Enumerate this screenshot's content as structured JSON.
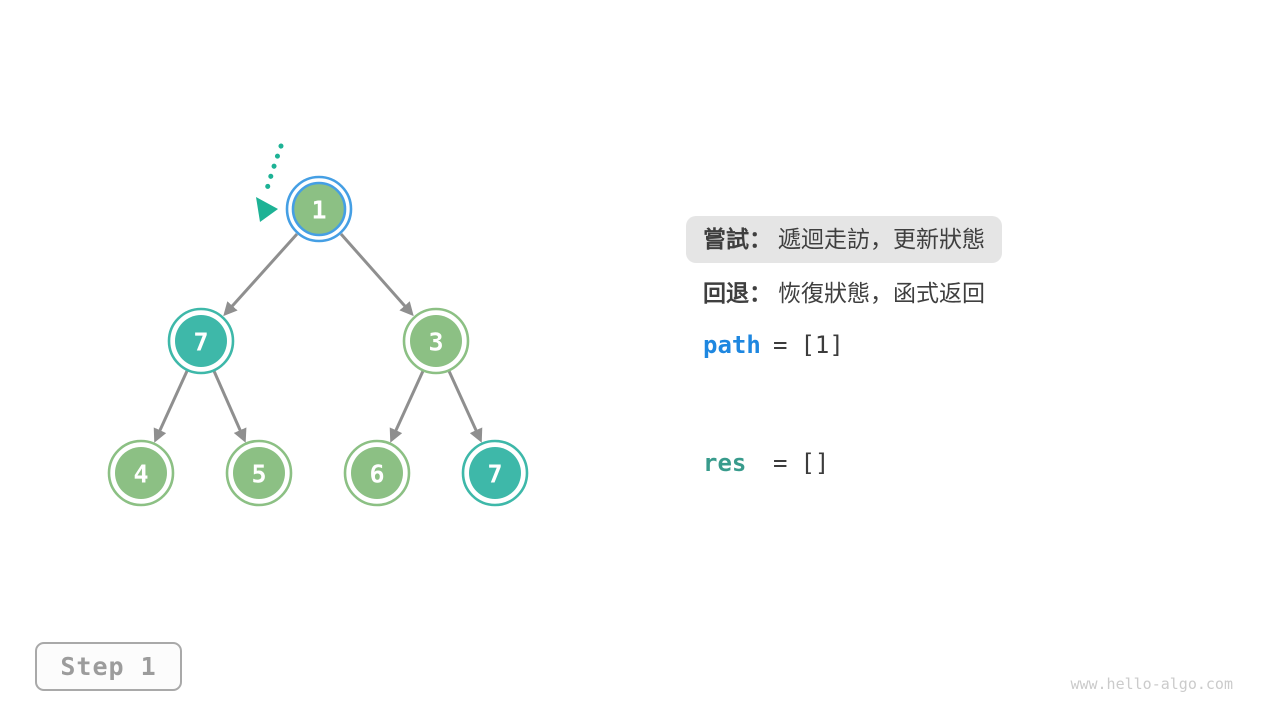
{
  "figure": {
    "kind": "binary-tree backtracking traversal diagram",
    "step_label": "Step 1",
    "watermark": "www.hello-algo.com"
  },
  "colors": {
    "node_green": "#8CC084",
    "node_teal": "#3EB8A9",
    "current_ring_blue": "#459FE4",
    "edge_gray": "#8F8F8F",
    "cursor_teal": "#1DB295",
    "text_dark": "#3F3F3F",
    "code_path_blue": "#1E87E0",
    "code_res_teal": "#389B8C",
    "highlight_bg": "#E5E5E5",
    "step_gray": "#9C9C9C",
    "watermark_gray": "#CBCBCB"
  },
  "tree": {
    "nodes": [
      {
        "value": "1",
        "role": "root-current",
        "fill": "#8CC084",
        "ring": "#459FE4",
        "core_stroke": "#459FE4"
      },
      {
        "value": "7",
        "role": "left-child",
        "fill": "#3EB8A9",
        "ring": "#3EB8A9",
        "core_stroke": "none"
      },
      {
        "value": "3",
        "role": "right-child",
        "fill": "#8CC084",
        "ring": "#8CC084",
        "core_stroke": "none"
      },
      {
        "value": "4",
        "role": "leaf",
        "fill": "#8CC084",
        "ring": "#8CC084",
        "core_stroke": "none"
      },
      {
        "value": "5",
        "role": "leaf",
        "fill": "#8CC084",
        "ring": "#8CC084",
        "core_stroke": "none"
      },
      {
        "value": "6",
        "role": "leaf",
        "fill": "#8CC084",
        "ring": "#8CC084",
        "core_stroke": "none"
      },
      {
        "value": "7",
        "role": "leaf",
        "fill": "#3EB8A9",
        "ring": "#3EB8A9",
        "core_stroke": "none"
      }
    ],
    "edges": [
      [
        0,
        1
      ],
      [
        0,
        2
      ],
      [
        1,
        3
      ],
      [
        1,
        4
      ],
      [
        2,
        5
      ],
      [
        2,
        6
      ]
    ]
  },
  "panel": {
    "try_label": "嘗試：",
    "try_text": "遞迴走訪，更新狀態",
    "back_label": "回退：",
    "back_text": "恢復狀態，函式返回",
    "path_line": {
      "var": "path",
      "eq": "=",
      "value": "[1]"
    },
    "res_line": {
      "var": "res",
      "eq": "=",
      "value": "[]"
    }
  }
}
